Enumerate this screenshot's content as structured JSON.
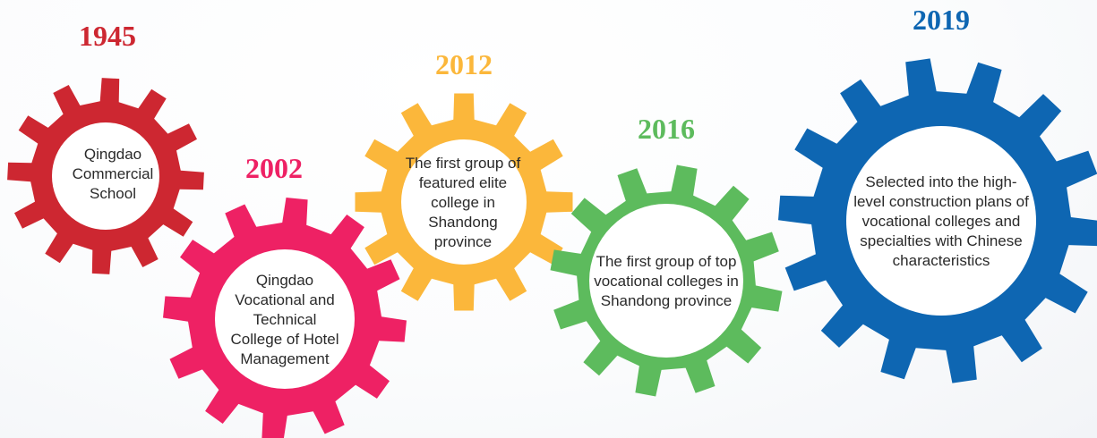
{
  "gears": [
    {
      "year": "1945",
      "color": "#cd2731",
      "text": "Qingdao Commercial School"
    },
    {
      "year": "2002",
      "color": "#ee2164",
      "text": "Qingdao Vocational and Technical College of Hotel Management"
    },
    {
      "year": "2012",
      "color": "#fbb73b",
      "text": "The first group of featured elite college in Shandong province"
    },
    {
      "year": "2016",
      "color": "#5dbb5d",
      "text": "The first group of top vocational colleges in Shandong province"
    },
    {
      "year": "2019",
      "color": "#0e66b2",
      "text": "Selected into the high-level construction plans of vocational colleges and specialties with Chinese characteristics"
    }
  ]
}
